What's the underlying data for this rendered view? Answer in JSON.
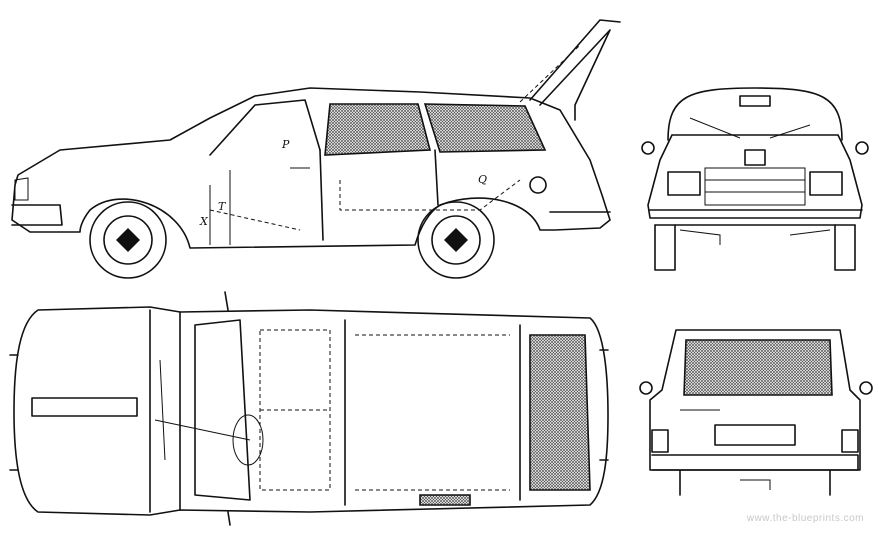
{
  "drawing": {
    "views": [
      "side-view",
      "front-view",
      "top-view",
      "rear-view"
    ],
    "side_labels": {
      "x": "X",
      "t": "T",
      "p": "P",
      "q": "Q"
    }
  },
  "watermark": "www.the-blueprints.com"
}
